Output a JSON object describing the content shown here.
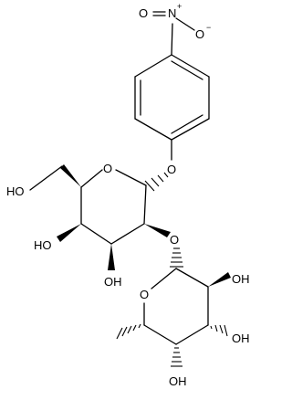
{
  "molecule": {
    "atom_labels": {
      "nitro_n": "N",
      "nitro_o_double": "O",
      "nitro_o_single": "O",
      "n_charge": "+",
      "o_charge": "−",
      "glycosidic_o": "O",
      "ring1_o": "O",
      "c6_oh": "HO",
      "c4_oh": "HO",
      "c3_oh": "OH",
      "link_o": "O",
      "ring2_o": "O",
      "r2_c2_oh": "OH",
      "r2_c3_oh": "OH",
      "r2_c4_oh": "OH"
    },
    "colors": {
      "ink": "#000000",
      "background": "#ffffff"
    }
  }
}
